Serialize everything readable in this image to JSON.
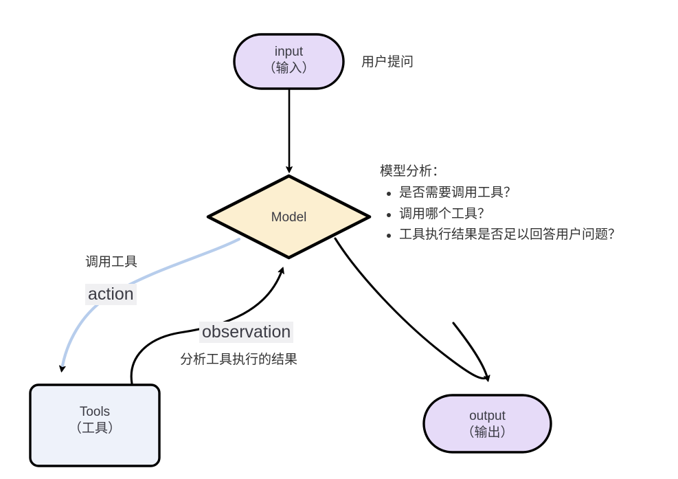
{
  "diagram": {
    "type": "flowchart",
    "title_visible": false,
    "colors": {
      "node_input_fill": "#e6dbf8",
      "node_output_fill": "#e6dbf8",
      "node_model_fill": "#fcefd0",
      "node_tools_fill": "#eef2fa",
      "node_stroke": "#000000",
      "edge_default": "#000000",
      "edge_action": "#b7cdec",
      "text": "#333333",
      "label_highlight": "#f0f0f2"
    },
    "nodes": [
      {
        "id": "input",
        "shape": "stadium",
        "line1": "input",
        "line2": "（输入）"
      },
      {
        "id": "model",
        "shape": "diamond",
        "line1": "Model",
        "line2": ""
      },
      {
        "id": "tools",
        "shape": "rounded-rect",
        "line1": "Tools",
        "line2": "（工具）"
      },
      {
        "id": "output",
        "shape": "stadium",
        "line1": "output",
        "line2": "（输出）"
      }
    ],
    "edges": [
      {
        "id": "input-to-model",
        "from": "input",
        "to": "model",
        "label": "",
        "style": "straight",
        "color": "#000000"
      },
      {
        "id": "model-to-tools",
        "from": "model",
        "to": "tools",
        "label_cn": "调用工具",
        "label_en": "action",
        "style": "curved",
        "color": "#b7cdec"
      },
      {
        "id": "tools-to-model",
        "from": "tools",
        "to": "model",
        "label_en": "observation",
        "label_cn": "分析工具执行的结果",
        "style": "curved",
        "color": "#000000"
      },
      {
        "id": "model-to-output",
        "from": "model",
        "to": "output",
        "label": "",
        "style": "curved",
        "color": "#000000"
      }
    ],
    "annotations": {
      "user_question": "用户提问",
      "model_analysis": {
        "heading": "模型分析：",
        "items": [
          "是否需要调用工具？",
          "调用哪个工具？",
          "工具执行结果是否足以回答用户问题？"
        ]
      }
    }
  }
}
